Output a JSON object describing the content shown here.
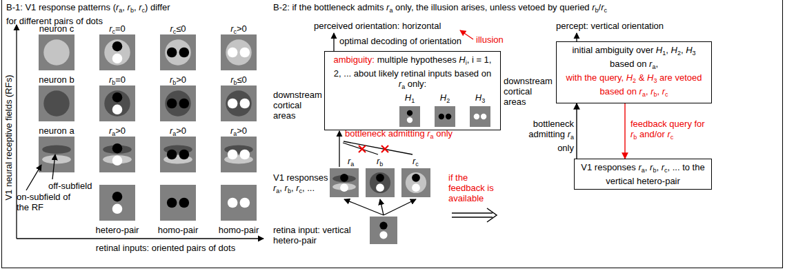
{
  "diagram": {
    "nodes": [
      {
        "text": [
          "B-1: V1 response patterns (ra, rb, rc) differ for different pairs of dots"
        ]
      },
      {
        "text": [
          "B-2: if the bottleneck admits ra only, the illusion arises, unless vetoed by queried rb/rc"
        ]
      },
      {
        "text": [
          "ambiguity:",
          "multiple hypotheses Hi, i = 1, 2, ... about likely retinal inputs based on ra only:"
        ],
        "in": 1
      },
      {
        "text": [
          "H1"
        ],
        "in": 2
      },
      {
        "text": [
          "H2"
        ],
        "in": 2
      },
      {
        "text": [
          "H3"
        ],
        "in": 2
      },
      {
        "text": [
          "initial ambiguity over H1, H2, H3 based on ra,",
          "with the query, H2 & H3 are vetoed based on ra, rb, rc"
        ],
        "in": 1
      },
      {
        "text": [
          "V1 responses ra, rb, rc, ... to the vertical hetero-pair"
        ],
        "in": 1
      }
    ],
    "edges": [
      {
        "from": 7,
        "to": 6,
        "arrow": "to",
        "label": "bottleneck admitting ra only"
      },
      {
        "from": 6,
        "to": 7,
        "arrow": "to",
        "label": "feedback query for rb and/or rc"
      }
    ],
    "labels": [
      "V1 neural receptive fields (RFs)",
      "neuron c",
      "neuron b",
      "neuron a",
      "rc=0",
      "rc≤0",
      "rc>0",
      "rb=0",
      "rb>0",
      "rb≤0",
      "ra>0",
      "ra>0",
      "ra>0",
      "off-subfield",
      "on-subfield of the RF",
      "hetero-pair",
      "homo-pair",
      "homo-pair",
      "retinal inputs: oriented pairs of dots",
      "perceived orientation: horizontal",
      "optimal decoding of orientation",
      "illusion",
      "downstream cortical areas",
      "bottleneck admitting ra only",
      "ra",
      "rb",
      "rc",
      "V1 responses ra, rb, rc, ...",
      "retina input: vertical hetero-pair",
      "if the feedback is available",
      "percept: vertical orientation",
      "downstream cortical areas"
    ]
  }
}
